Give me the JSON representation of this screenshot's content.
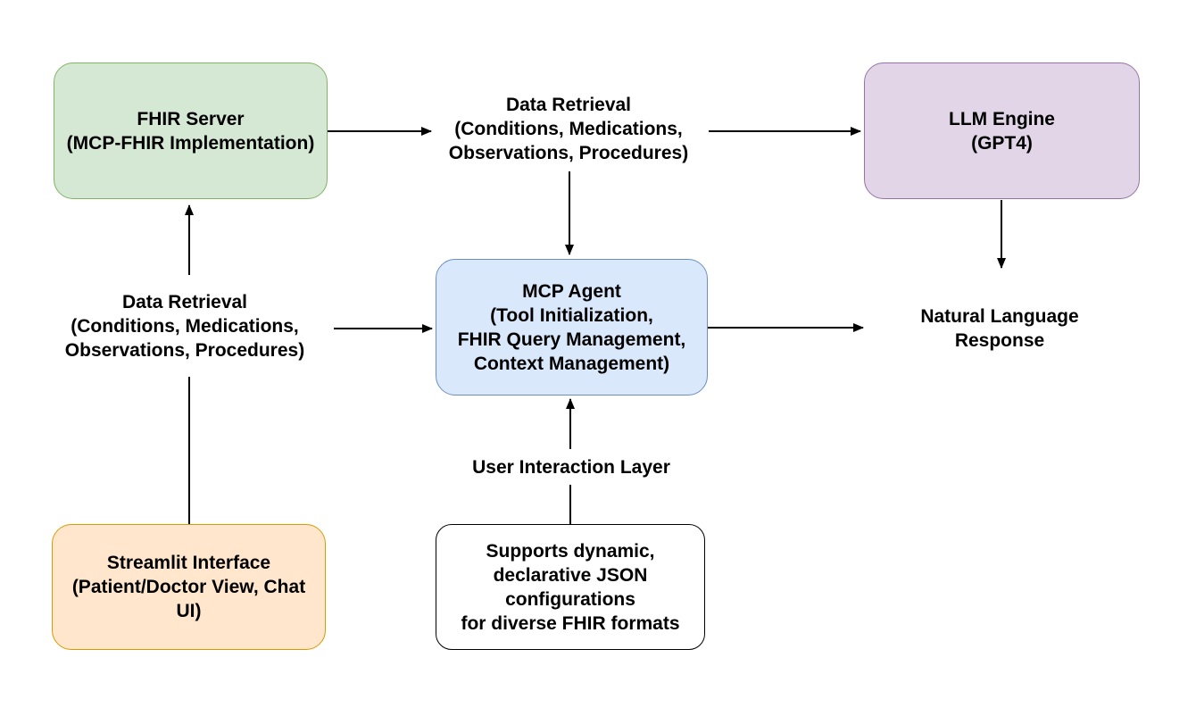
{
  "diagram": {
    "background_color": "#ffffff",
    "text_color": "#000000",
    "arrow_color": "#000000",
    "nodes": {
      "fhir_server": {
        "label": "FHIR Server\n(MCP-FHIR Implementation)",
        "fill": "#d5e8d4",
        "stroke": "#82b366"
      },
      "llm_engine": {
        "label": "LLM Engine\n(GPT4)",
        "fill": "#e1d5e7",
        "stroke": "#9673a6"
      },
      "mcp_agent": {
        "label": "MCP Agent\n(Tool Initialization,\nFHIR Query Management,\nContext Management)",
        "fill": "#dae8fc",
        "stroke": "#6c8ebf"
      },
      "streamlit_interface": {
        "label": "Streamlit Interface\n(Patient/Doctor View, Chat\nUI)",
        "fill": "#ffe6cc",
        "stroke": "#d79b00"
      },
      "json_config_note": {
        "label": "Supports dynamic,\ndeclarative JSON\nconfigurations\nfor diverse FHIR formats",
        "fill": "#ffffff",
        "stroke": "#000000"
      }
    },
    "labels": {
      "data_retrieval_top": "Data Retrieval\n(Conditions, Medications,\nObservations, Procedures)",
      "data_retrieval_left": "Data Retrieval\n(Conditions, Medications,\nObservations, Procedures)",
      "natural_language_response": "Natural Language\nResponse",
      "user_interaction_layer": "User Interaction Layer"
    }
  }
}
